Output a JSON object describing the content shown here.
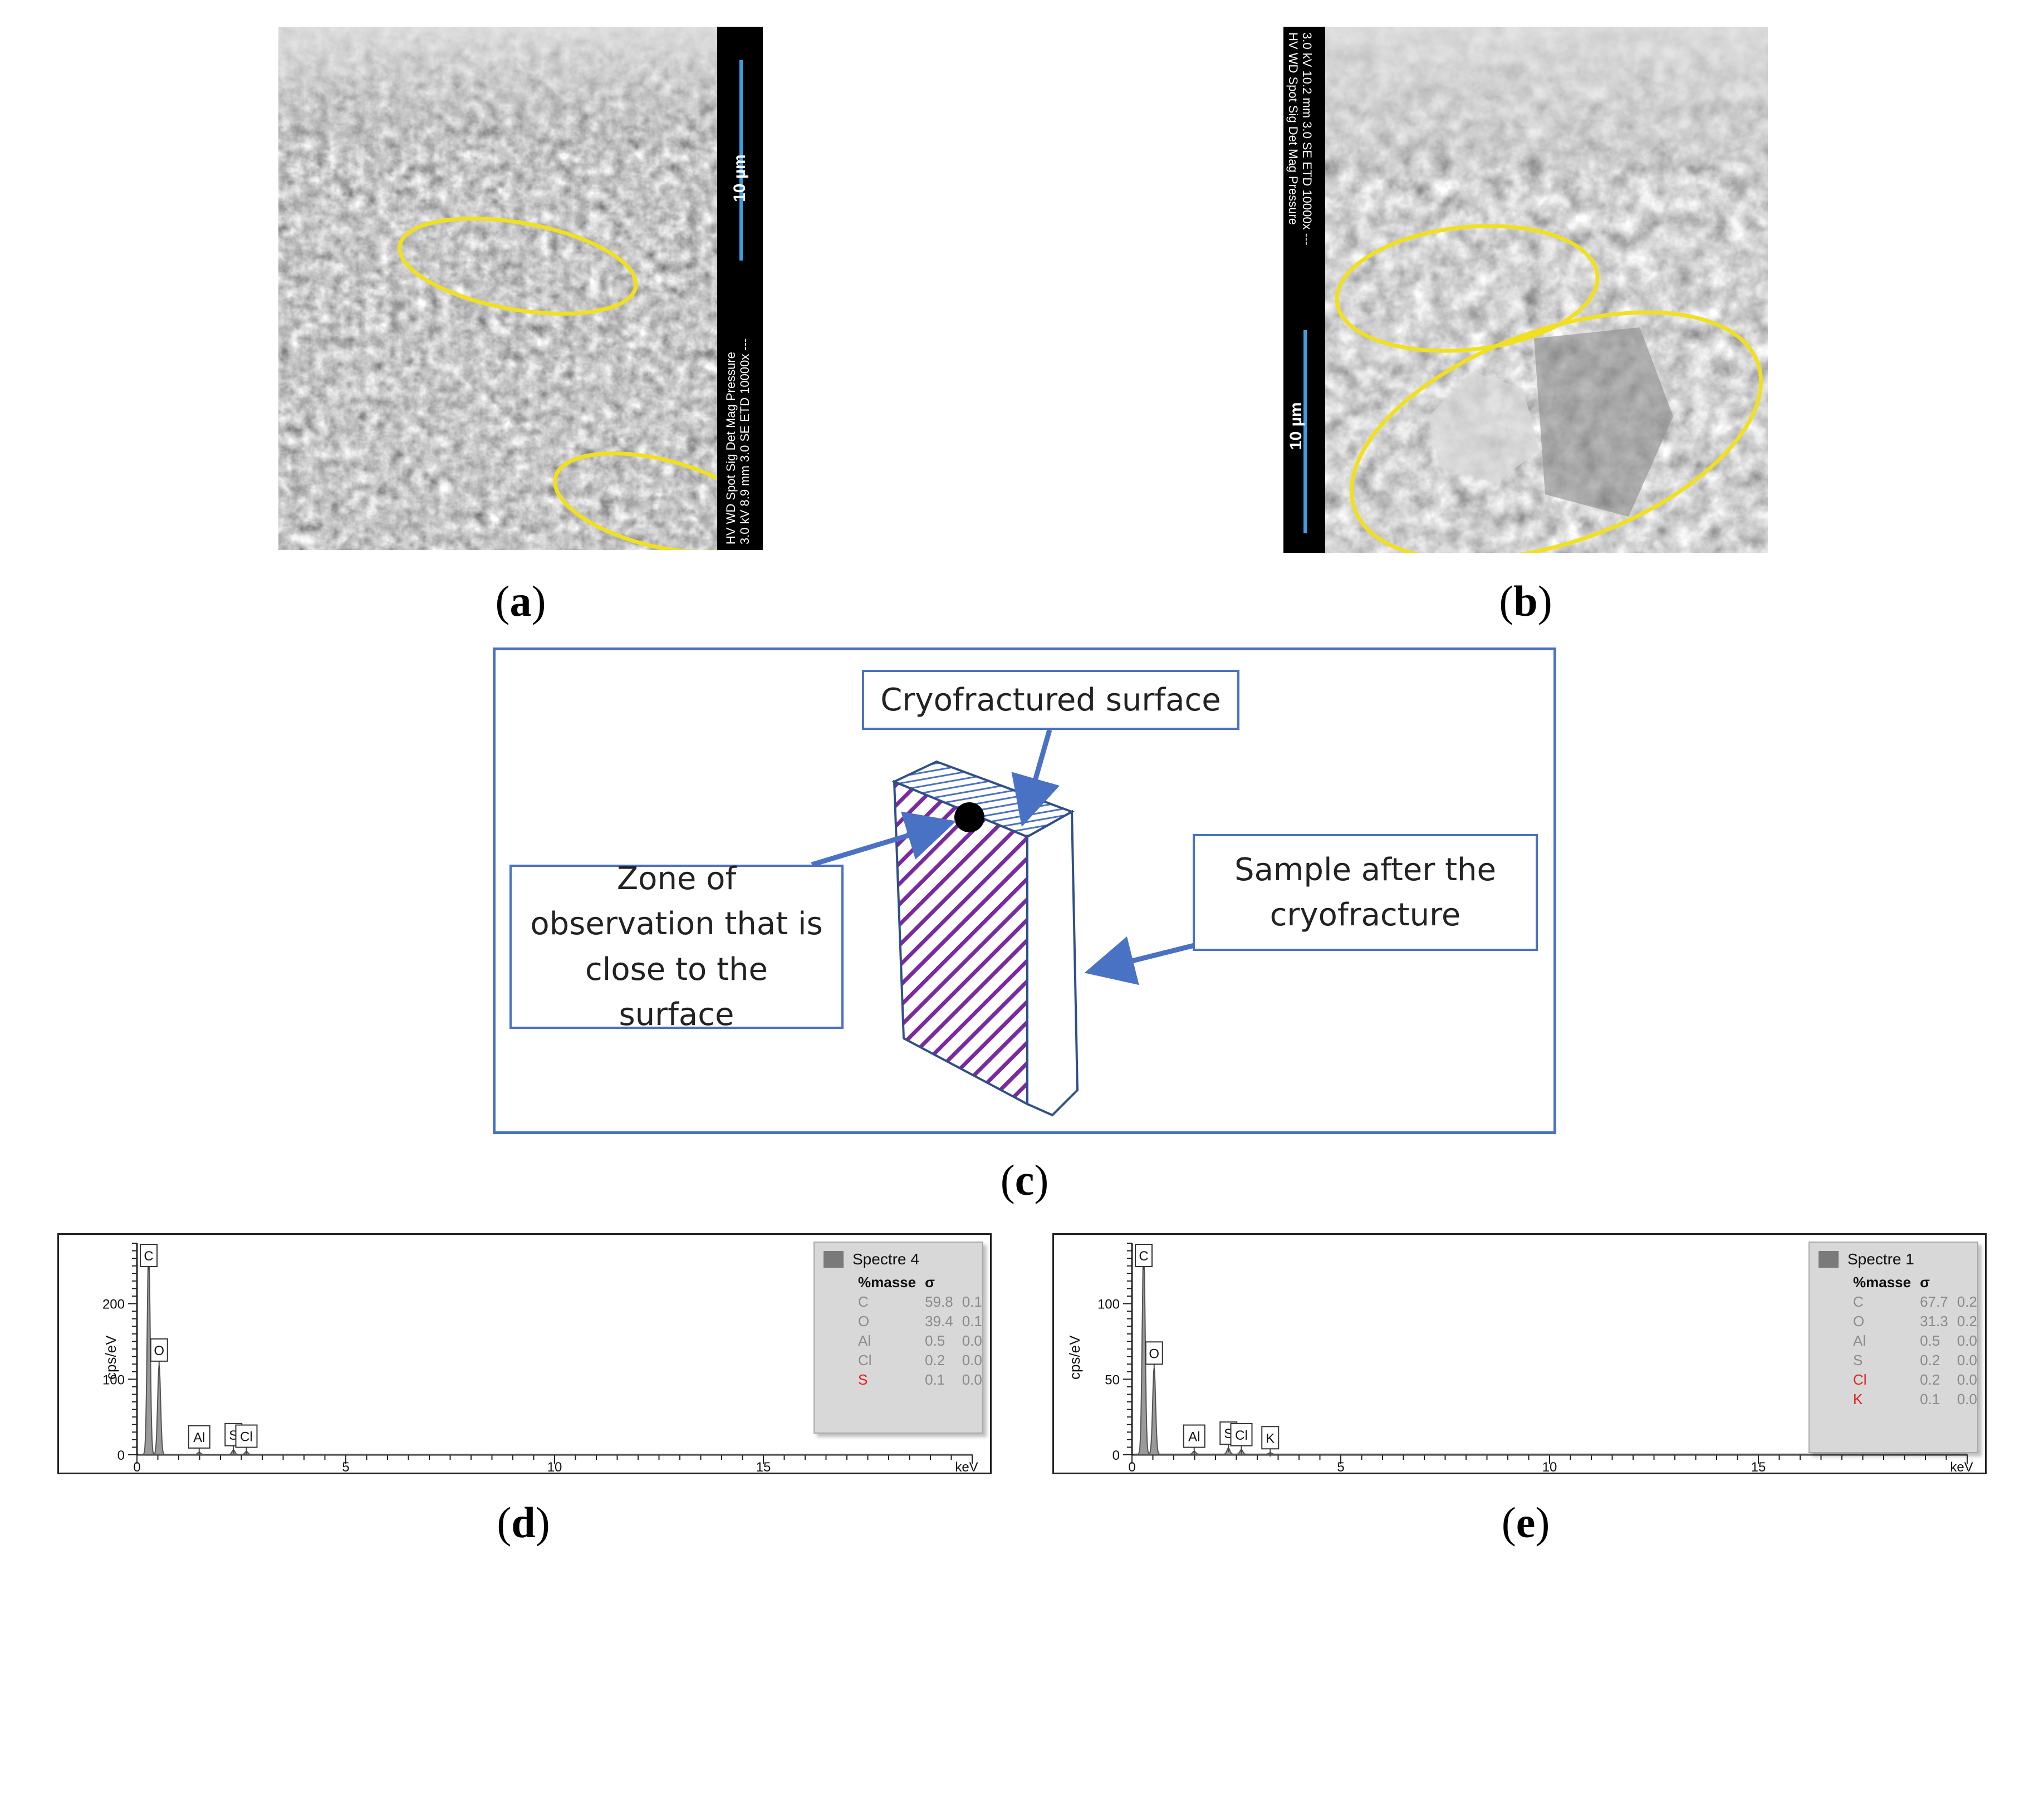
{
  "captions": {
    "a": "a",
    "b": "b",
    "c": "c",
    "d": "d",
    "e": "e"
  },
  "sem_a": {
    "scale_label": "10 µm",
    "meta_line1": "HV    WD     Spot Sig  Det    Mag      Pressure",
    "meta_line2": "3.0 kV 8.9 mm  3.0  SE  ETD  10000x     ---"
  },
  "sem_b": {
    "scale_label": "10 µm",
    "meta_line1": "HV    WD     Spot Sig  Det    Mag      Pressure",
    "meta_line2": "3.0 kV 10.2 mm  3.0  SE  ETD  10000x     ---"
  },
  "diagram": {
    "top_label": "Cryofractured surface",
    "left_label": "Zone of observation that is close to the surface",
    "right_label": "Sample after the cryofracture"
  },
  "chart_data": [
    {
      "type": "line",
      "ylabel": "cps/eV",
      "xlabel": "keV",
      "xlim": [
        0,
        20
      ],
      "ylim": [
        0,
        280
      ],
      "xticks": [
        0,
        5,
        10,
        15
      ],
      "yticks": [
        0,
        100,
        200
      ],
      "peaks": [
        {
          "label": "C",
          "x": 0.28,
          "y": 275
        },
        {
          "label": "O",
          "x": 0.53,
          "y": 118
        },
        {
          "label": "Al",
          "x": 1.49,
          "y": 3
        },
        {
          "label": "S",
          "x": 2.31,
          "y": 6
        },
        {
          "label": "Cl",
          "x": 2.62,
          "y": 4
        }
      ],
      "legend": {
        "title": "Spectre 4",
        "headers": [
          "%masse",
          "σ"
        ],
        "rows": [
          {
            "el": "C",
            "mass": "59.8",
            "sigma": "0.1"
          },
          {
            "el": "O",
            "mass": "39.4",
            "sigma": "0.1"
          },
          {
            "el": "Al",
            "mass": "0.5",
            "sigma": "0.0"
          },
          {
            "el": "Cl",
            "mass": "0.2",
            "sigma": "0.0"
          },
          {
            "el": "S",
            "mass": "0.1",
            "sigma": "0.0"
          }
        ]
      }
    },
    {
      "type": "line",
      "ylabel": "cps/eV",
      "xlabel": "keV",
      "xlim": [
        0,
        20
      ],
      "ylim": [
        0,
        140
      ],
      "xticks": [
        0,
        5,
        10,
        15
      ],
      "yticks": [
        0,
        50,
        100
      ],
      "peaks": [
        {
          "label": "C",
          "x": 0.28,
          "y": 138
        },
        {
          "label": "O",
          "x": 0.53,
          "y": 57
        },
        {
          "label": "Al",
          "x": 1.49,
          "y": 2
        },
        {
          "label": "S",
          "x": 2.31,
          "y": 4
        },
        {
          "label": "Cl",
          "x": 2.62,
          "y": 3
        },
        {
          "label": "K",
          "x": 3.31,
          "y": 1
        }
      ],
      "legend": {
        "title": "Spectre 1",
        "headers": [
          "%masse",
          "σ"
        ],
        "rows": [
          {
            "el": "C",
            "mass": "67.7",
            "sigma": "0.2"
          },
          {
            "el": "O",
            "mass": "31.3",
            "sigma": "0.2"
          },
          {
            "el": "Al",
            "mass": "0.5",
            "sigma": "0.0"
          },
          {
            "el": "S",
            "mass": "0.2",
            "sigma": "0.0"
          },
          {
            "el": "Cl",
            "mass": "0.2",
            "sigma": "0.0"
          },
          {
            "el": "K",
            "mass": "0.1",
            "sigma": "0.0"
          }
        ]
      }
    }
  ]
}
